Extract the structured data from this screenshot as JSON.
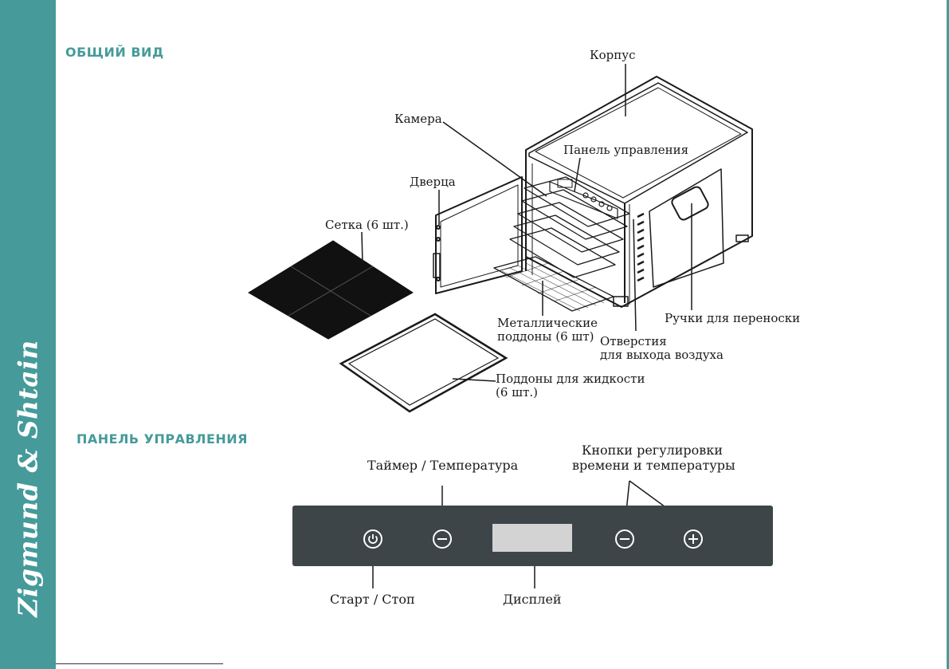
{
  "brand": "Zigmund & Shtain",
  "sections": {
    "overview_title": "ОБЩИЙ ВИД",
    "panel_title": "ПАНЕЛЬ УПРАВЛЕНИЯ"
  },
  "overview_labels": {
    "body": "Корпус",
    "chamber": "Камера",
    "control_panel": "Панель управления",
    "door": "Дверца",
    "mesh": "Сетка (6 шт.)",
    "metal_trays_1": "Металлические",
    "metal_trays_2": "поддоны (6 шт)",
    "air_vents_1": "Отверстия",
    "air_vents_2": "для выхода воздуха",
    "handles": "Ручки для переноски",
    "liquid_trays_1": "Поддоны для жидкости",
    "liquid_trays_2": "(6 шт.)"
  },
  "panel_labels": {
    "timer_temp": "Таймер / Температура",
    "adjust_1": "Кнопки регулировки",
    "adjust_2": "времени и температуры",
    "start_stop": "Старт / Стоп",
    "display": "Дисплей"
  },
  "colors": {
    "accent": "#469a9a",
    "panel": "#3d4548",
    "display": "#d3d3d3"
  },
  "icons": [
    "power-icon",
    "minus-icon",
    "minus-icon",
    "plus-icon"
  ]
}
